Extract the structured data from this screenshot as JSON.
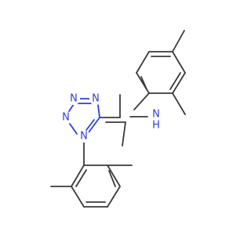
{
  "molecule": {
    "atom_labels": {
      "tetrazole_n1": "N",
      "tetrazole_n2": "N",
      "tetrazole_n3": "N",
      "tetrazole_n4": "N",
      "amine_n": "N",
      "amine_h": "H"
    },
    "colors": {
      "bond": "#3a3a3a",
      "nitrogen": "#2b3fd6",
      "background": "#ffffff"
    }
  }
}
